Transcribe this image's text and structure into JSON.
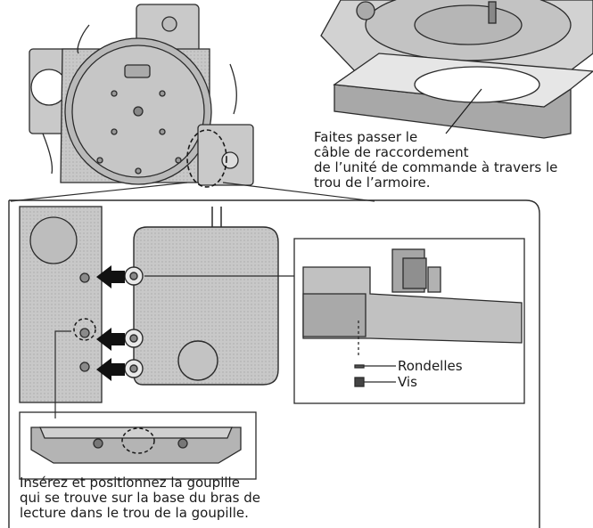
{
  "callout_top": {
    "lines": [
      "Faites passer le",
      "câble de raccordement",
      "de l’unité de commande à travers le",
      "trou de l’armoire."
    ]
  },
  "callout_bottom": {
    "lines": [
      "Insérez et positionnez la goupille",
      "qui se trouve sur la base du bras de",
      "lecture dans le trou de la goupille."
    ]
  },
  "parts": {
    "washers": "Rondelles",
    "screw": "Vis"
  },
  "colors": {
    "line": "#2b2b2b",
    "panel": "#c9c9c9",
    "panel_dark": "#9a9a9a",
    "metal": "#b3b3b3"
  }
}
